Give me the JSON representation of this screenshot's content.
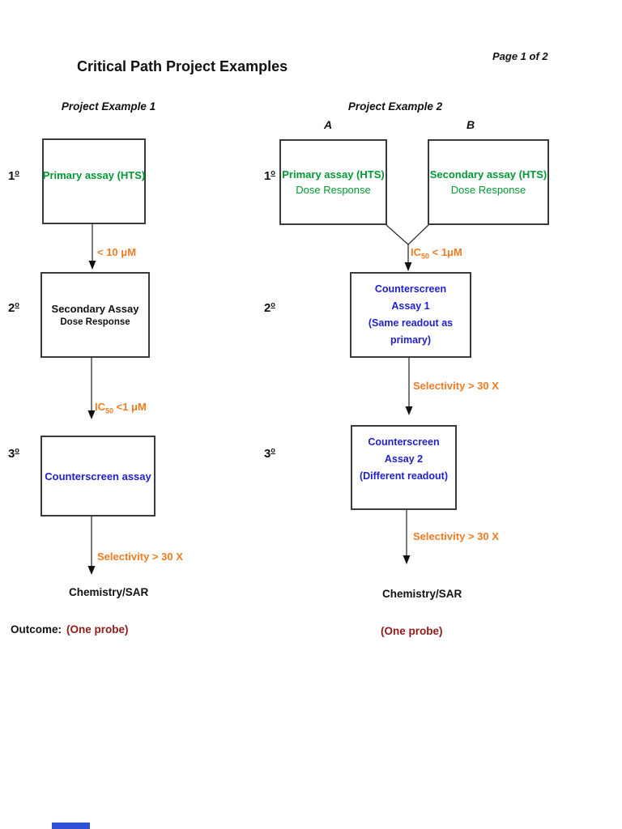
{
  "page": {
    "title": "Critical Path Project Examples",
    "page_indicator": "Page 1 of 2"
  },
  "ordinal_suffix": "o",
  "example1": {
    "heading": "Project Example 1",
    "stage1_num": "1",
    "stage2_num": "2",
    "stage3_num": "3",
    "box_primary": "Primary assay (HTS)",
    "box_secondary_line1": "Secondary Assay",
    "box_secondary_line2": "Dose Response",
    "box_counterscreen": "Counterscreen assay",
    "arrow1_label": "< 10 μM",
    "arrow2_label_prefix": "IC",
    "arrow2_label_sub": "50",
    "arrow2_label_rest": " <1 μM",
    "arrow3_label": "Selectivity > 30 X",
    "chemistry": "Chemistry/SAR",
    "outcome_label": "Outcome:",
    "outcome_value": "(One probe)"
  },
  "example2": {
    "heading": "Project Example 2",
    "branch_a_label": "A",
    "branch_b_label": "B",
    "stage1_num": "1",
    "stage2_num": "2",
    "stage3_num": "3",
    "box_a_line1": "Primary assay (HTS)",
    "box_a_line2": "Dose Response",
    "box_b_line1": "Secondary assay (HTS)",
    "box_b_line2": "Dose Response",
    "merge_label_prefix": "IC",
    "merge_label_sub": "50",
    "merge_label_rest": " < 1μM",
    "cs1_lines": [
      "Counterscreen",
      "Assay 1",
      "(Same readout as",
      "primary)"
    ],
    "cs2_lines": [
      "Counterscreen",
      "Assay 2",
      "(Different readout)"
    ],
    "selectivity1_label": "Selectivity > 30 X",
    "selectivity2_label": "Selectivity > 30 X",
    "chemistry": "Chemistry/SAR",
    "outcome_value": "(One probe)"
  },
  "colors": {
    "assay_green": "#009933",
    "counterscreen_blue": "#2121cc",
    "criteria_orange": "#f07c22",
    "outcome_red": "#8e1a1a",
    "box_border": "#3a3a3a",
    "footer_fragment_blue": "#2d50d5"
  }
}
